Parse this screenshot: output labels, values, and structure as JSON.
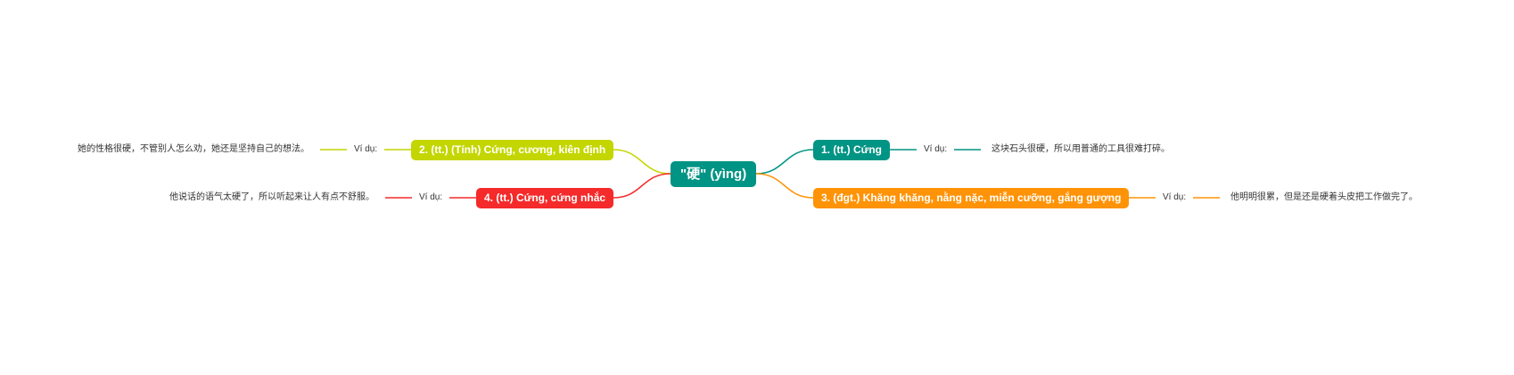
{
  "root": {
    "label": "\"硬\" (yìng)",
    "color": "#009484"
  },
  "branches": [
    {
      "label": "1. (tt.) Cứng",
      "example_label": "Ví dụ:",
      "example": "这块石头很硬，所以用普通的工具很难打碎。",
      "color": "#009484"
    },
    {
      "label": "2. (tt.) (Tính) Cứng, cương, kiên định",
      "example_label": "Ví dụ:",
      "example": "她的性格很硬，不管别人怎么劝，她还是坚持自己的想法。",
      "color": "#c4d600"
    },
    {
      "label": "3. (đgt.) Khăng khăng, nằng nặc, miễn cưỡng, gắng gượng",
      "example_label": "Ví dụ:",
      "example": "他明明很累，但是还是硬着头皮把工作做完了。",
      "color": "#ff9307"
    },
    {
      "label": "4. (tt.) Cứng, cứng nhắc",
      "example_label": "Ví dụ:",
      "example": "他说话的语气太硬了，所以听起来让人有点不舒服。",
      "color": "#f52a2a"
    }
  ]
}
